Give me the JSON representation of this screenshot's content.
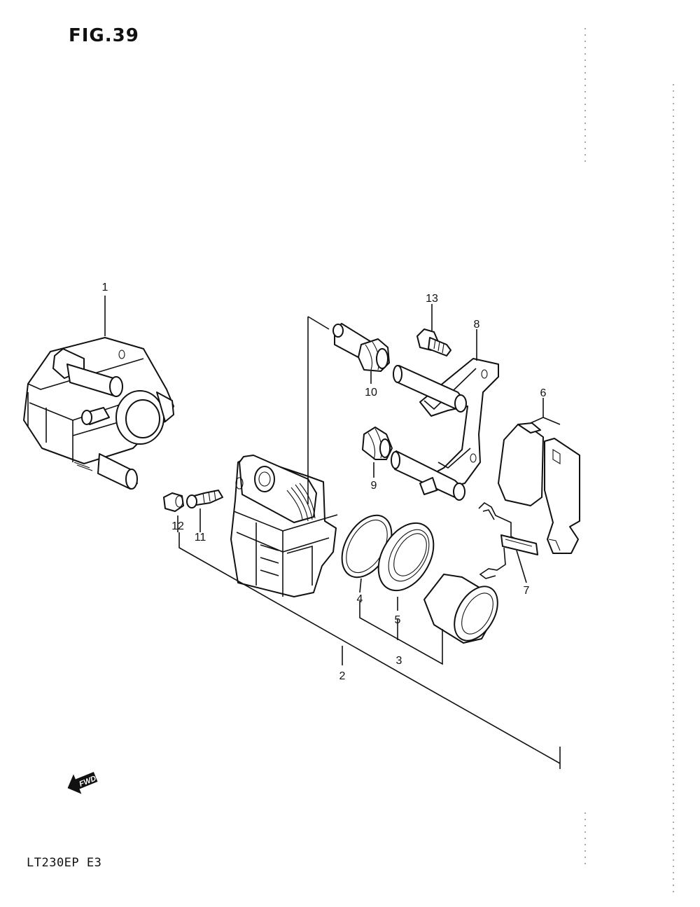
{
  "figure": {
    "title": "FIG.39",
    "model": "LT230EP  E3",
    "fwd_label": "FWD"
  },
  "callouts": [
    {
      "id": "1",
      "label": "1"
    },
    {
      "id": "2",
      "label": "2"
    },
    {
      "id": "3",
      "label": "3"
    },
    {
      "id": "4",
      "label": "4"
    },
    {
      "id": "5",
      "label": "5"
    },
    {
      "id": "6",
      "label": "6"
    },
    {
      "id": "7",
      "label": "7"
    },
    {
      "id": "8",
      "label": "8"
    },
    {
      "id": "9",
      "label": "9"
    },
    {
      "id": "10",
      "label": "10"
    },
    {
      "id": "11",
      "label": "11"
    },
    {
      "id": "12",
      "label": "12"
    },
    {
      "id": "13",
      "label": "13"
    }
  ],
  "icons": {
    "fwd_arrow": "fwd-arrow-icon"
  }
}
